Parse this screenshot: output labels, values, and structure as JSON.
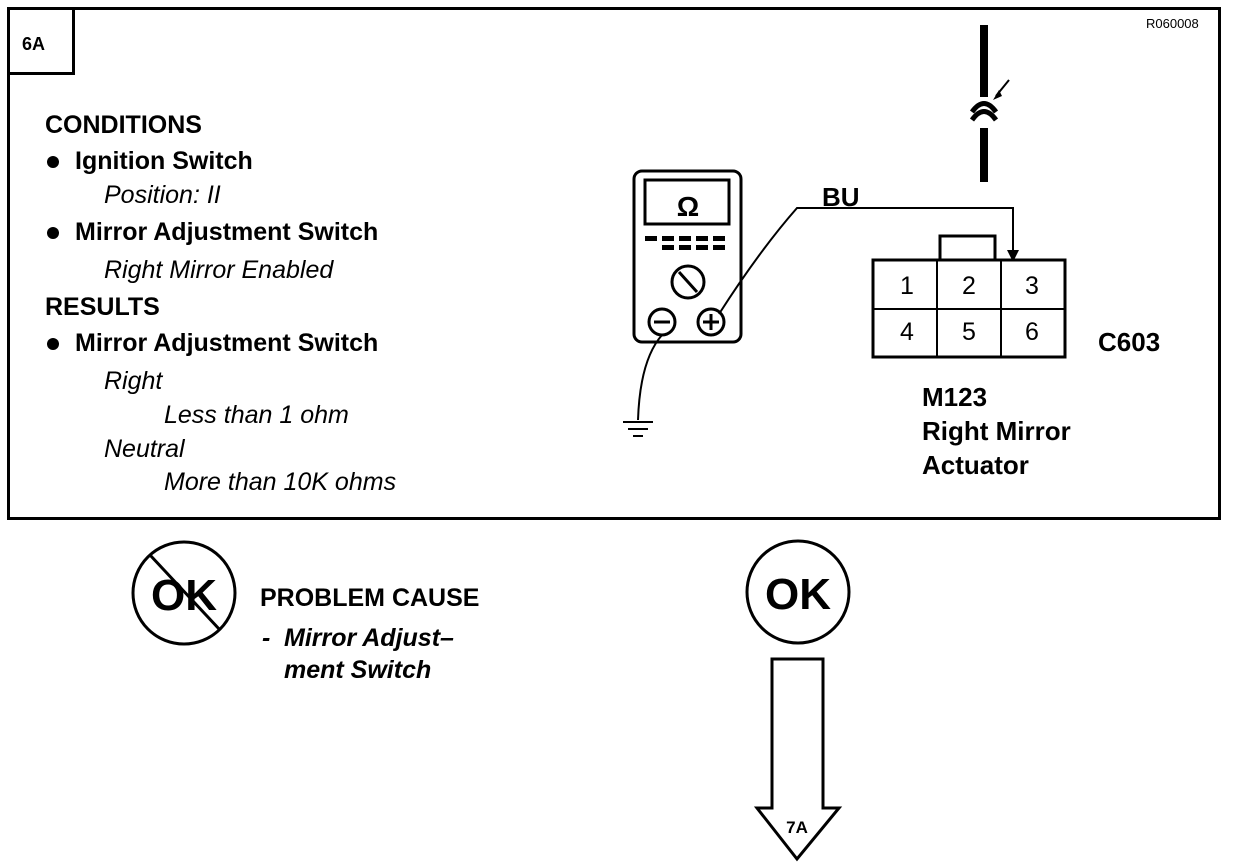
{
  "step": "6A",
  "reference_code": "R060008",
  "conditions": {
    "heading": "CONDITIONS",
    "items": [
      {
        "label": "Ignition Switch",
        "detail": "Position: II"
      },
      {
        "label": "Mirror Adjustment Switch",
        "detail": "Right Mirror Enabled"
      }
    ]
  },
  "results": {
    "heading": "RESULTS",
    "item_label": "Mirror Adjustment Switch",
    "rows": [
      {
        "position": "Right",
        "value": "Less than 1 ohm"
      },
      {
        "position": "Neutral",
        "value": "More than 10K ohms"
      }
    ]
  },
  "meter": {
    "symbol": "Ω",
    "minus": "−",
    "plus": "+"
  },
  "wire_label": "BU",
  "connector": {
    "id": "C603",
    "pins": [
      "1",
      "2",
      "3",
      "4",
      "5",
      "6"
    ],
    "component_code": "M123",
    "component_name_line1": "Right Mirror",
    "component_name_line2": "Actuator"
  },
  "not_ok": {
    "symbol": "OK",
    "heading": "PROBLEM CAUSE",
    "dash": "-",
    "cause_line1": "Mirror Adjust–",
    "cause_line2": "ment Switch"
  },
  "ok": {
    "symbol": "OK",
    "next_step": "7A"
  }
}
